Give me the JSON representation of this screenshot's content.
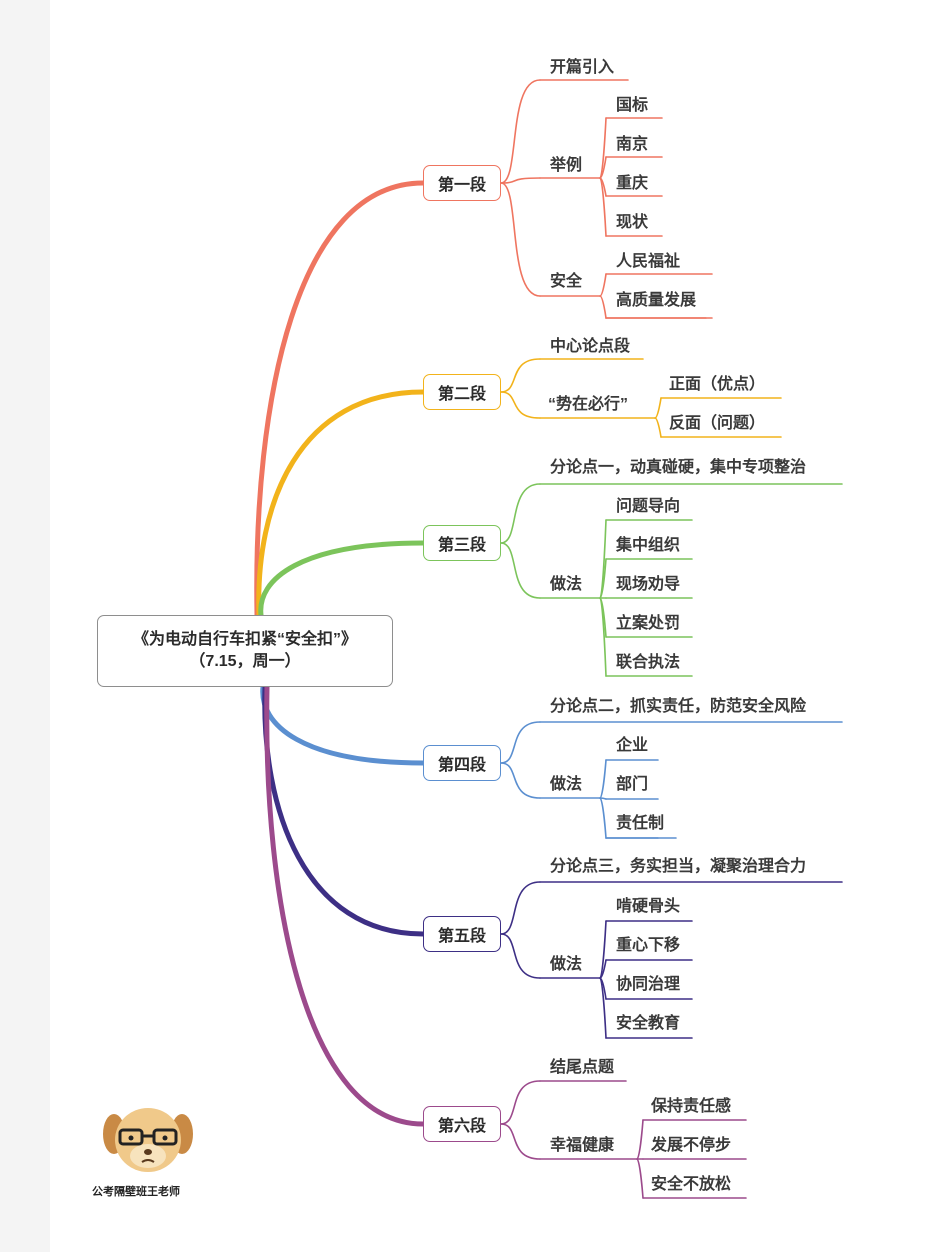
{
  "root": {
    "title": "《为电动自行车扣紧“安全扣”》",
    "subtitle": "（7.15，周一）"
  },
  "colors": {
    "seg1": "#ef7560",
    "seg2": "#f2b31b",
    "seg3": "#7cc45b",
    "seg4": "#5b8fd0",
    "seg5": "#3d2f85",
    "seg6": "#9c4a8c"
  },
  "segments": [
    {
      "label": "第一段",
      "items": [
        {
          "label": "开篇引入"
        },
        {
          "label": "举例",
          "children": [
            "国标",
            "南京",
            "重庆",
            "现状"
          ]
        },
        {
          "label": "安全",
          "children": [
            "人民福祉",
            "高质量发展"
          ]
        }
      ]
    },
    {
      "label": "第二段",
      "items": [
        {
          "label": "中心论点段"
        },
        {
          "label": "“势在必行”",
          "children": [
            "正面（优点）",
            "反面（问题）"
          ]
        }
      ]
    },
    {
      "label": "第三段",
      "items": [
        {
          "label": "分论点一，动真碰硬，集中专项整治"
        },
        {
          "label": "做法",
          "children": [
            "问题导向",
            "集中组织",
            "现场劝导",
            "立案处罚",
            "联合执法"
          ]
        }
      ]
    },
    {
      "label": "第四段",
      "items": [
        {
          "label": "分论点二，抓实责任，防范安全风险"
        },
        {
          "label": "做法",
          "children": [
            "企业",
            "部门",
            "责任制"
          ]
        }
      ]
    },
    {
      "label": "第五段",
      "items": [
        {
          "label": "分论点三，务实担当，凝聚治理合力"
        },
        {
          "label": "做法",
          "children": [
            "啃硬骨头",
            "重心下移",
            "协同治理",
            "安全教育"
          ]
        }
      ]
    },
    {
      "label": "第六段",
      "items": [
        {
          "label": "结尾点题"
        },
        {
          "label": "幸福健康",
          "children": [
            "保持责任感",
            "发展不停步",
            "安全不放松"
          ]
        }
      ]
    }
  ],
  "watermark": {
    "text": "公考隔壁班王老师",
    "icon": "cartoon-dog-with-glasses-icon"
  }
}
